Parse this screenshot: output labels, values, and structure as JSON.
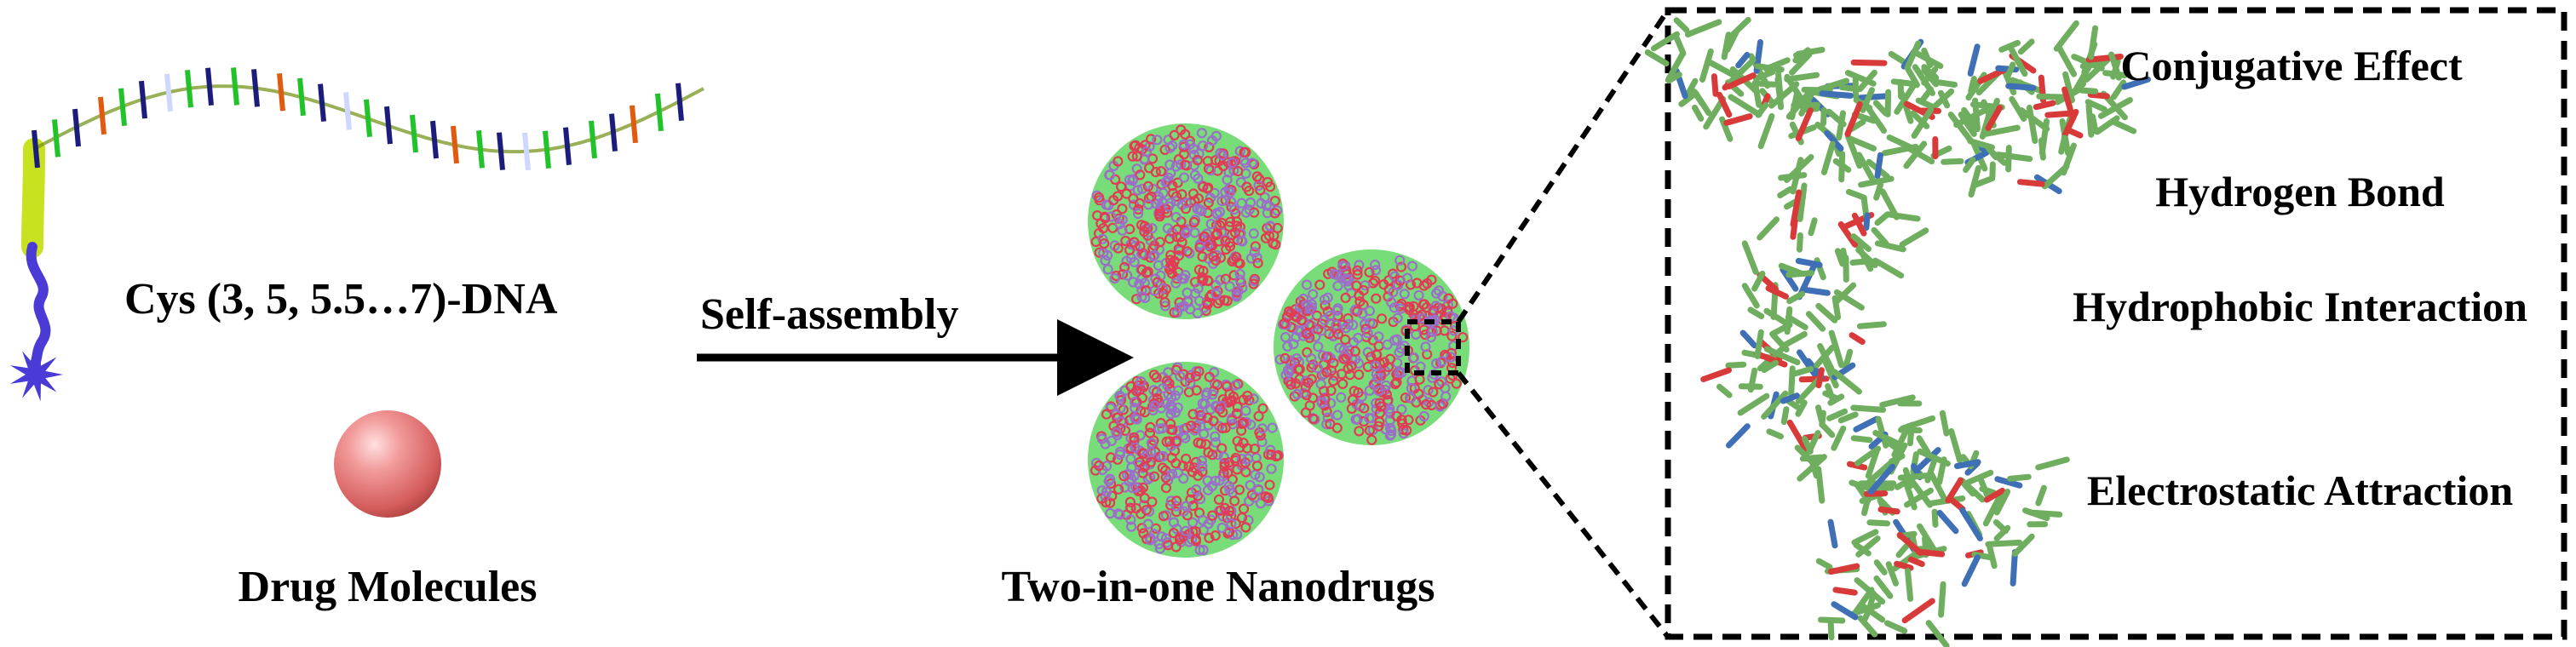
{
  "labels": {
    "dna": "Cys (3, 5, 5.5…7)-DNA",
    "drug": "Drug Molecules",
    "arrow": "Self-assembly",
    "nanodrugs": "Two-in-one Nanodrugs"
  },
  "interactions": [
    "Conjugative Effect",
    "Hydrogen Bond",
    "Hydrophobic Interaction",
    "Electrostatic Attraction"
  ],
  "colors": {
    "dna_backbone": "#c8e21f",
    "dna_backbone_dark": "#6f8f10",
    "linker": "#4b3bd6",
    "drug_sphere": "#f08a8a",
    "nanoparticle_green": "#39d14a",
    "nanoparticle_red": "#e23b55",
    "molecule_green": "#6fae5e",
    "molecule_blue": "#3f6fb5",
    "molecule_red": "#d83a3a"
  }
}
